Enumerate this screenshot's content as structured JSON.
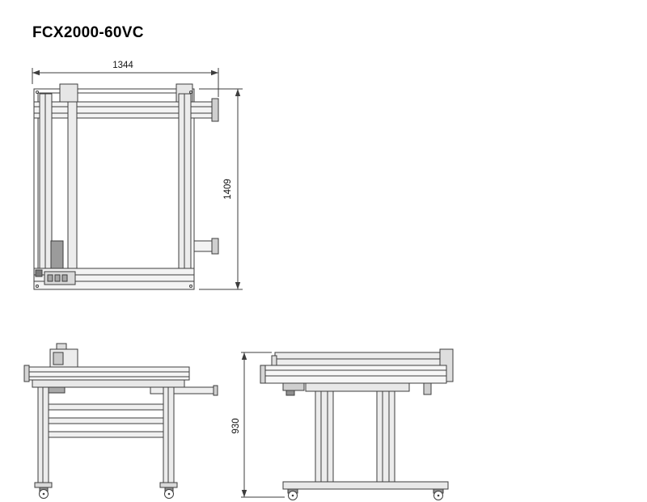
{
  "title": "FCX2000-60VC",
  "dimensions": {
    "width": "1344",
    "depth": "1409",
    "height": "930"
  }
}
